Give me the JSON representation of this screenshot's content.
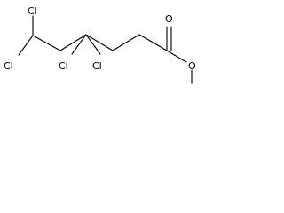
{
  "atoms": {
    "cl_top": "Cl",
    "cl_left": "Cl",
    "cl_center_left": "Cl",
    "cl_center_right": "Cl",
    "carbonyl_o": "O",
    "ester_o": "O"
  }
}
